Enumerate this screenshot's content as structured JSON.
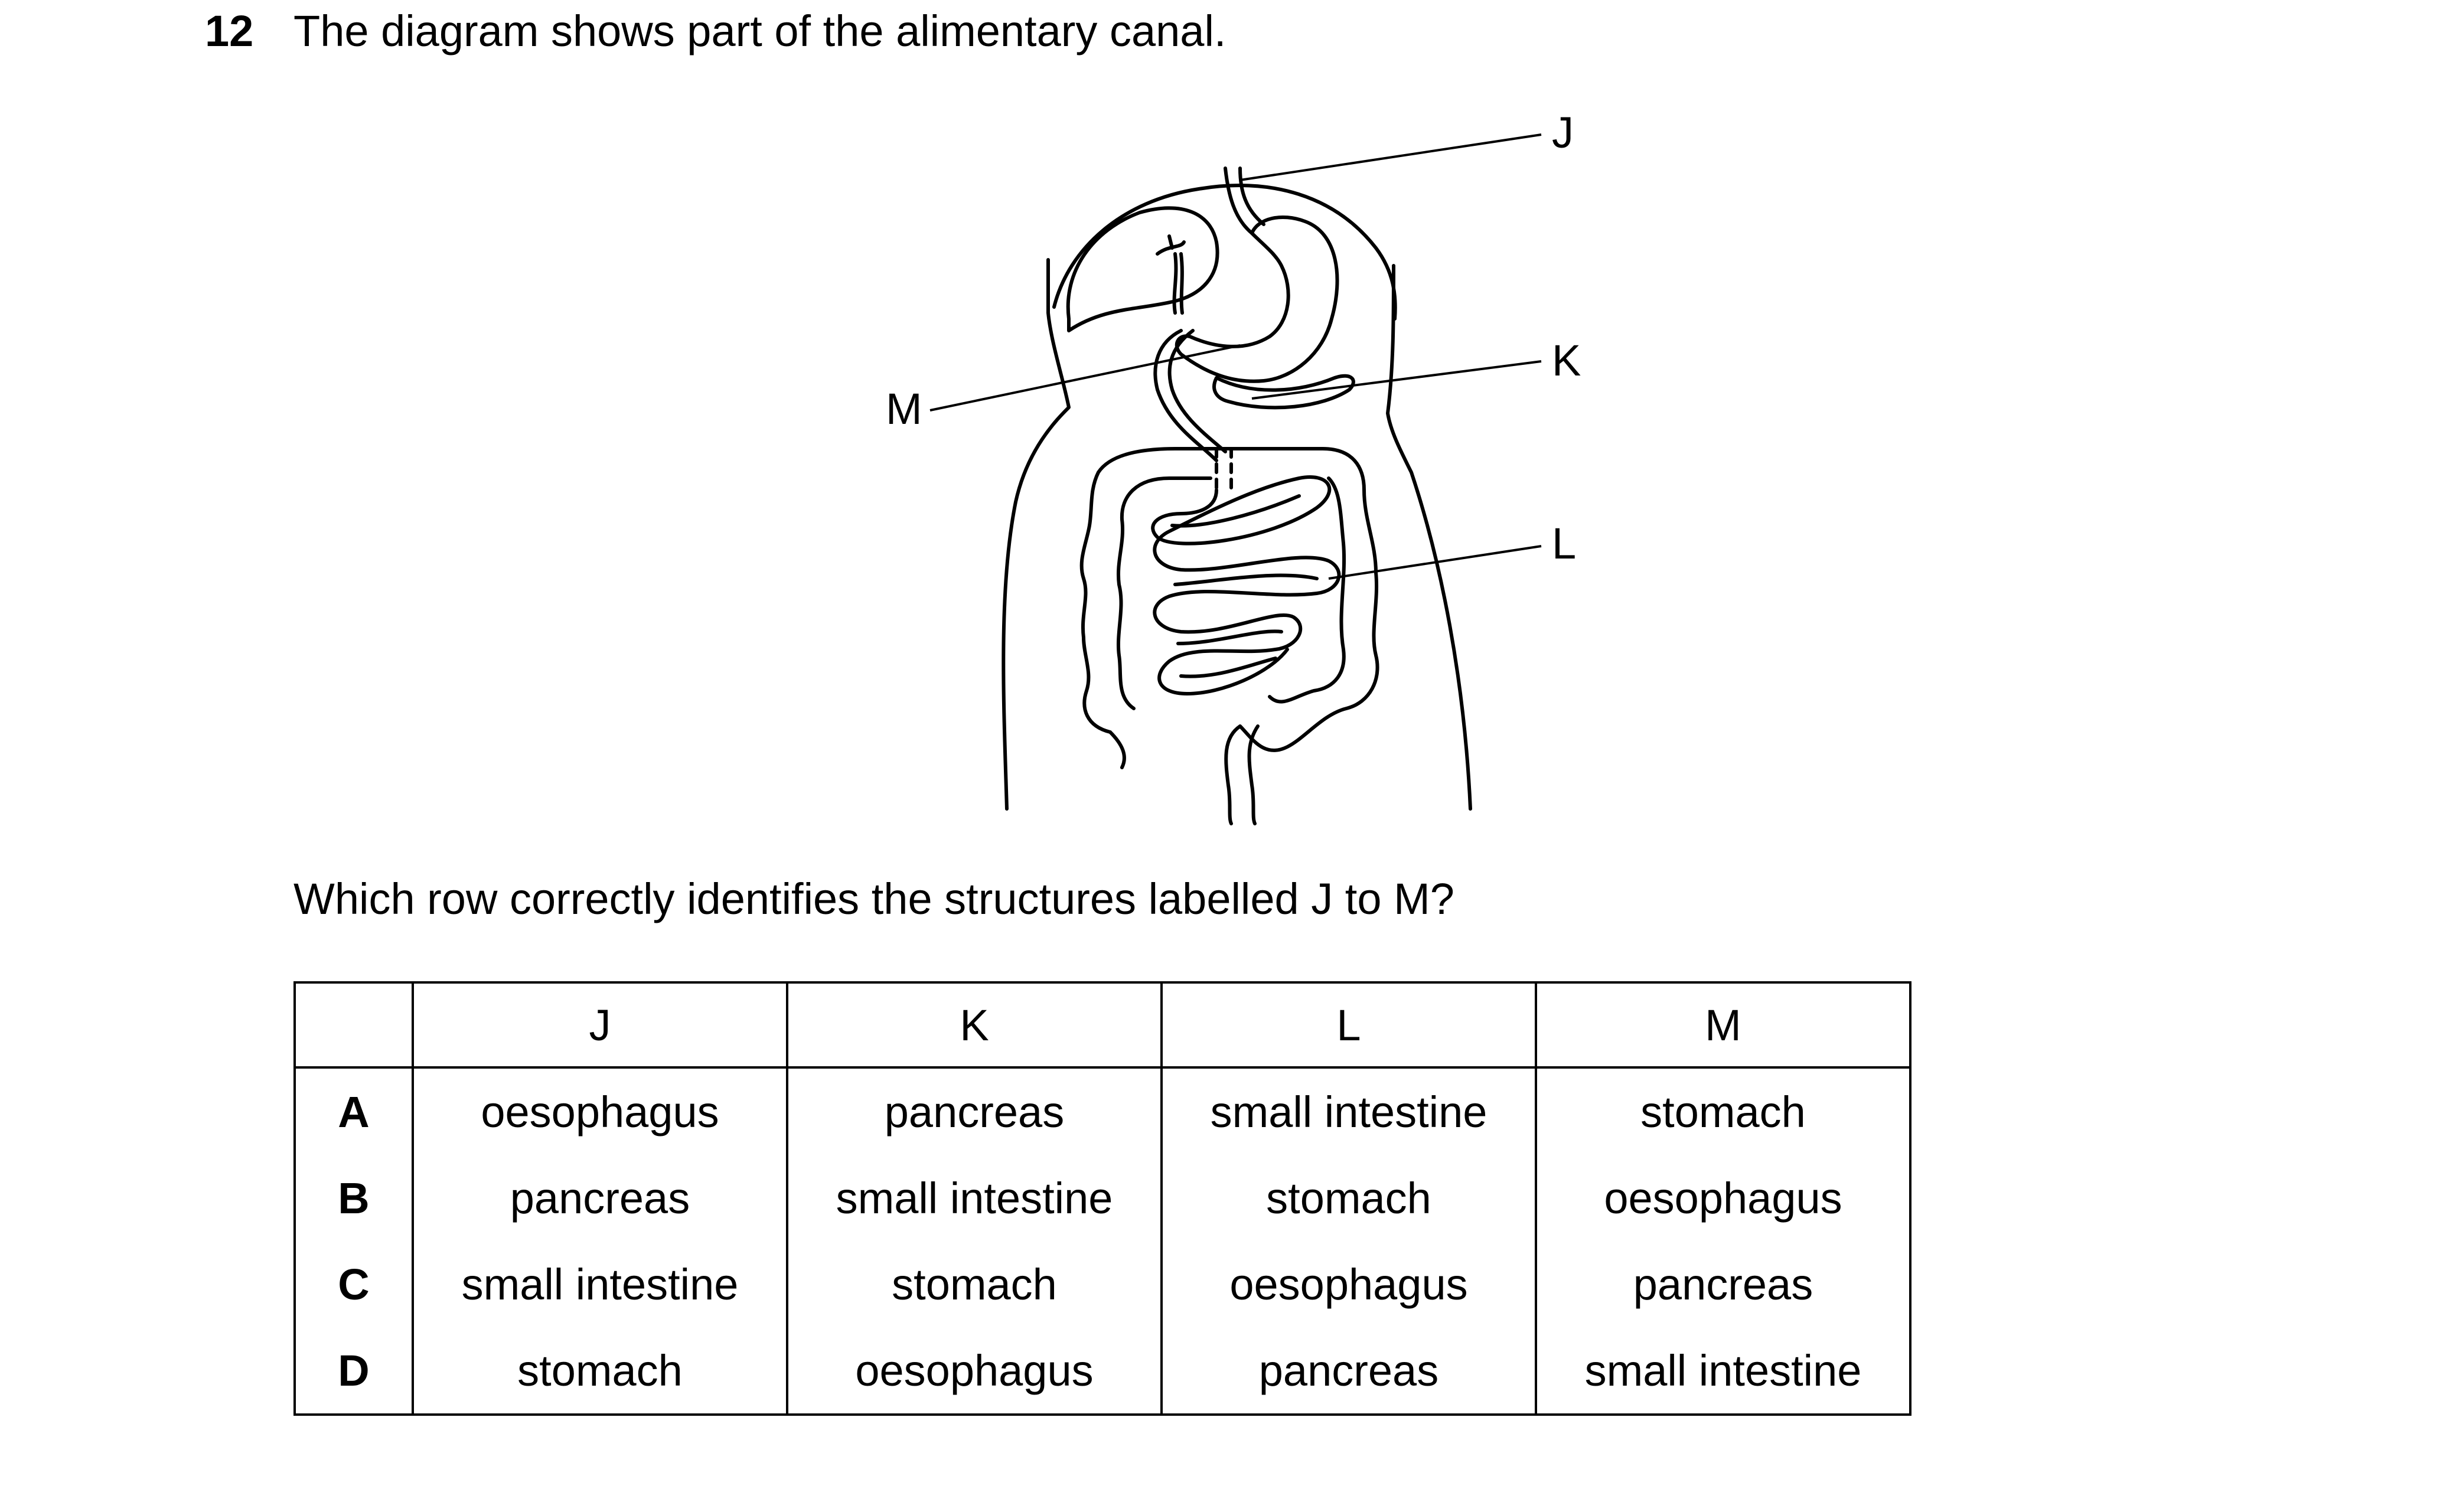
{
  "question": {
    "number": "12",
    "text": "The diagram shows part of the alimentary canal.",
    "prompt": "Which row correctly identifies the structures labelled J to M?"
  },
  "diagram": {
    "labels": {
      "j": "J",
      "k": "K",
      "l": "L",
      "m": "M"
    }
  },
  "table": {
    "headers": [
      "",
      "J",
      "K",
      "L",
      "M"
    ],
    "rows": [
      {
        "option": "A",
        "cells": [
          "oesophagus",
          "pancreas",
          "small intestine",
          "stomach"
        ]
      },
      {
        "option": "B",
        "cells": [
          "pancreas",
          "small intestine",
          "stomach",
          "oesophagus"
        ]
      },
      {
        "option": "C",
        "cells": [
          "small intestine",
          "stomach",
          "oesophagus",
          "pancreas"
        ]
      },
      {
        "option": "D",
        "cells": [
          "stomach",
          "oesophagus",
          "pancreas",
          "small intestine"
        ]
      }
    ]
  }
}
